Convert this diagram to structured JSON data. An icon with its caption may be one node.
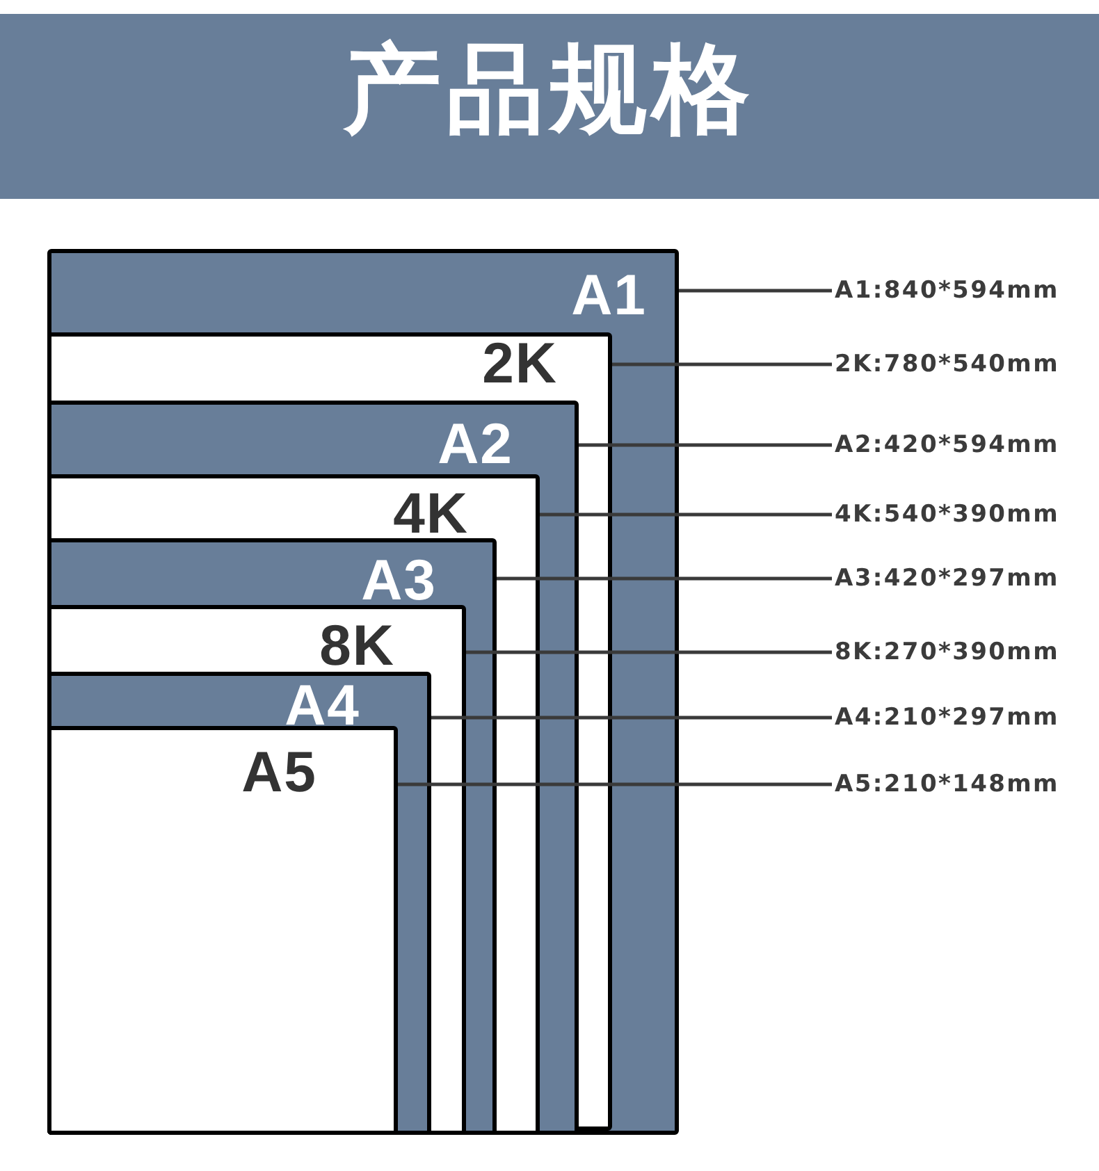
{
  "diagram": {
    "title": "产品规格",
    "nodes": [
      {
        "text": [
          "A1"
        ]
      },
      {
        "text": [
          "2K"
        ],
        "in": 0
      },
      {
        "text": [
          "A2"
        ],
        "in": 1
      },
      {
        "text": [
          "4K"
        ],
        "in": 2
      },
      {
        "text": [
          "A3"
        ],
        "in": 3
      },
      {
        "text": [
          "8K"
        ],
        "in": 4
      },
      {
        "text": [
          "A4"
        ],
        "in": 5
      },
      {
        "text": [
          "A5"
        ],
        "in": 6
      },
      {
        "text": [
          "A1:840*594mm"
        ]
      },
      {
        "text": [
          "2K:780*540mm"
        ]
      },
      {
        "text": [
          "A2:420*594mm"
        ]
      },
      {
        "text": [
          "4K:540*390mm"
        ]
      },
      {
        "text": [
          "A3:420*297mm"
        ]
      },
      {
        "text": [
          "8K:270*390mm"
        ]
      },
      {
        "text": [
          "A4:210*297mm"
        ]
      },
      {
        "text": [
          "A5:210*148mm"
        ]
      }
    ],
    "edges": [
      {
        "from": 8,
        "to": 0,
        "arrow": "none"
      },
      {
        "from": 9,
        "to": 1,
        "arrow": "none"
      },
      {
        "from": 10,
        "to": 2,
        "arrow": "none"
      },
      {
        "from": 11,
        "to": 3,
        "arrow": "none"
      },
      {
        "from": 12,
        "to": 4,
        "arrow": "none"
      },
      {
        "from": 13,
        "to": 5,
        "arrow": "none"
      },
      {
        "from": 14,
        "to": 6,
        "arrow": "none"
      },
      {
        "from": 15,
        "to": 7,
        "arrow": "none"
      }
    ]
  }
}
